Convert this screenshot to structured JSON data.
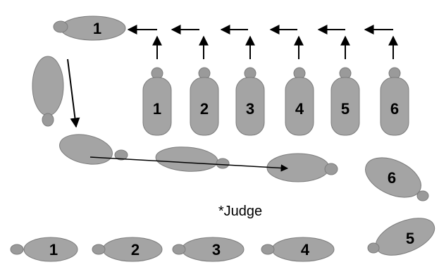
{
  "diagram": {
    "judge_label": "*Judge",
    "top_left_cow_label": "1",
    "standing_row_labels": [
      "1",
      "2",
      "3",
      "4",
      "5",
      "6"
    ],
    "pulled_out_labels": [
      "6",
      "5"
    ],
    "bottom_row_labels": [
      "1",
      "2",
      "3",
      "4"
    ],
    "colors": {
      "cow_fill": "#a4a4a4",
      "cow_outline": "#7c7c7c",
      "arrow": "#000000",
      "background": "#ffffff"
    }
  }
}
